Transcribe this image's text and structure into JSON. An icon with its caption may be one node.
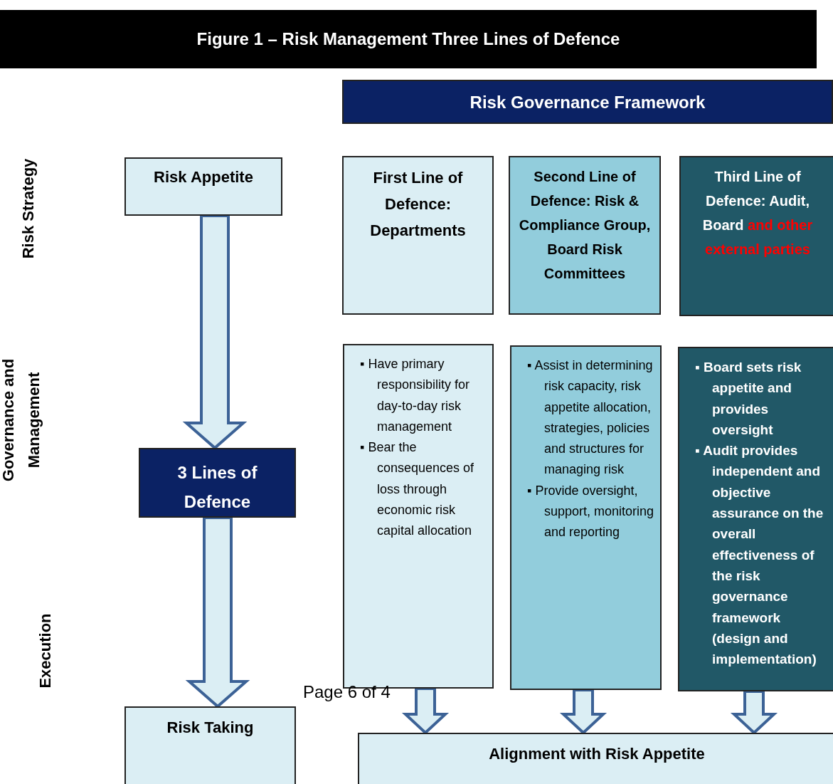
{
  "diagram": {
    "title": "Figure 1 – Risk Management Three Lines of Defence",
    "nodes": [
      {
        "text": [
          "Risk Governance Framework"
        ]
      },
      {
        "text": [
          "Risk Appetite"
        ]
      },
      {
        "text": [
          "3 Lines of Defence"
        ]
      },
      {
        "text": [
          "Risk Taking"
        ]
      },
      {
        "text": [
          "First Line of Defence: Departments"
        ]
      },
      {
        "text": [
          "Second Line of Defence: Risk & Compliance Group, Board Risk Committees"
        ]
      },
      {
        "text": [
          "Third Line of Defence: Audit, Board",
          "and other external parties"
        ]
      },
      {
        "text": [
          "▪ Have primary responsibility for day-to-day risk management",
          "▪ Bear the consequences of loss through economic risk capital allocation"
        ]
      },
      {
        "text": [
          "▪ Assist in determining risk capacity, risk appetite allocation, strategies, policies and structures for managing risk",
          "▪ Provide oversight, support, monitoring and reporting"
        ]
      },
      {
        "text": [
          "▪ Board sets risk appetite and provides oversight",
          "▪ Audit provides independent and objective assurance on the overall effectiveness of the risk governance framework (design and implementation)"
        ]
      },
      {
        "text": [
          "Alignment with Risk Appetite"
        ]
      }
    ],
    "edges": [
      {
        "from": 1,
        "to": 2,
        "arrow": "to"
      },
      {
        "from": 2,
        "to": 3,
        "arrow": "to"
      },
      {
        "from": 7,
        "to": 10,
        "arrow": "to"
      },
      {
        "from": 8,
        "to": 10,
        "arrow": "to"
      },
      {
        "from": 9,
        "to": 10,
        "arrow": "to"
      }
    ],
    "labels": [
      "Risk Strategy",
      "Governance and Management",
      "Execution",
      "Page 6 of 4"
    ]
  }
}
